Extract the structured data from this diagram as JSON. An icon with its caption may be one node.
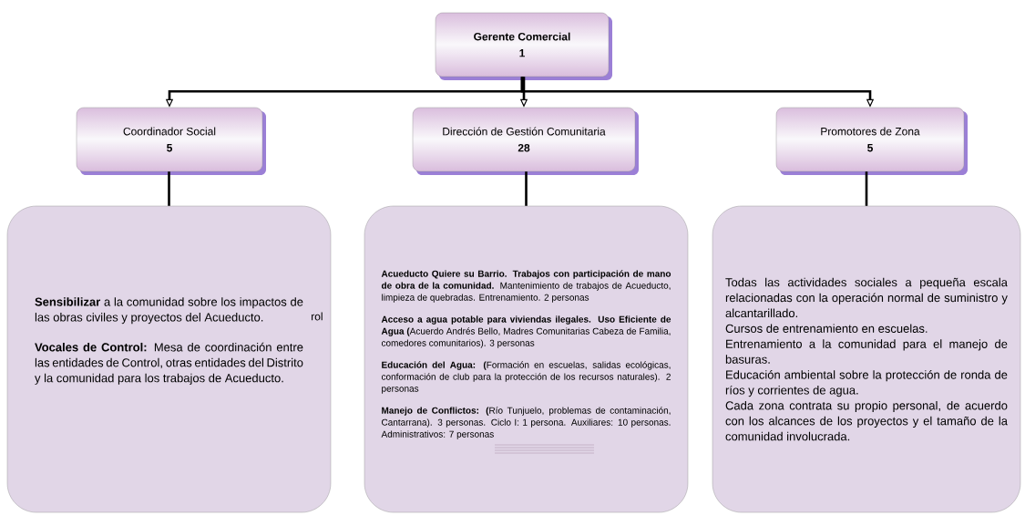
{
  "diagram": {
    "nodes": [
      {
        "text": [
          "Gerente Comercial",
          "1"
        ]
      },
      {
        "text": [
          "Coordinador Social",
          "5"
        ]
      },
      {
        "text": [
          "Dirección de Gestión Comunitaria",
          "28"
        ]
      },
      {
        "text": [
          "Promotores de Zona",
          "5"
        ]
      },
      {
        "text": [
          "**Sensibilizar** a la comunidad sobre los impactos de las obras civiles y proyectos del Acueducto.",
          "**Vocales de Control:** Mesa de coordinación entre las entidades de Control, otras entidades del Distrito y la comunidad para los trabajos de Acueducto."
        ]
      },
      {
        "text": [
          "**Acueducto Quiere su Barrio. Trabajos con participación de mano de obra de la comunidad.** Mantenimiento de trabajos de Acueducto, limpieza de quebradas. Entrenamiento. 2 personas",
          "**Acceso a agua potable para viviendas ilegales. Uso Eficiente de Agua (**Acuerdo Andrés Bello, Madres Comunitarias Cabeza de Familia, comedores comunitarios). 3 personas",
          "**Educación del Agua: (**Formación en escuelas, salidas ecológicas, conformación de club para la protección de los recursos naturales). 2 personas",
          "**Manejo de Conflictos: (**Río Tunjuelo, problemas de contaminación, Cantarrana). 3 personas. Ciclo I: 1 persona. Auxiliares: 10 personas. Administrativos: 7 personas"
        ]
      },
      {
        "text": [
          "Todas las actividades sociales a pequeña escala relacionadas con la operación normal de suministro y alcantarillado.",
          "Cursos de entrenamiento en escuelas.",
          "Entrenamiento a la comunidad para el manejo de basuras.",
          "Educación ambiental sobre la protección de ronda de ríos y corrientes de agua.",
          "Cada zona contrata su propio personal, de acuerdo con los alcances de los proyectos y el tamaño de la comunidad involucrada."
        ]
      }
    ],
    "edges": [
      {
        "from": 0,
        "to": 1,
        "arrow": "to"
      },
      {
        "from": 0,
        "to": 2,
        "arrow": "to"
      },
      {
        "from": 0,
        "to": 3,
        "arrow": "to"
      },
      {
        "from": 1,
        "to": 4,
        "arrow": "none"
      },
      {
        "from": 2,
        "to": 5,
        "arrow": "none"
      },
      {
        "from": 3,
        "to": 6,
        "arrow": "none"
      }
    ],
    "labels": [
      "rol"
    ]
  }
}
